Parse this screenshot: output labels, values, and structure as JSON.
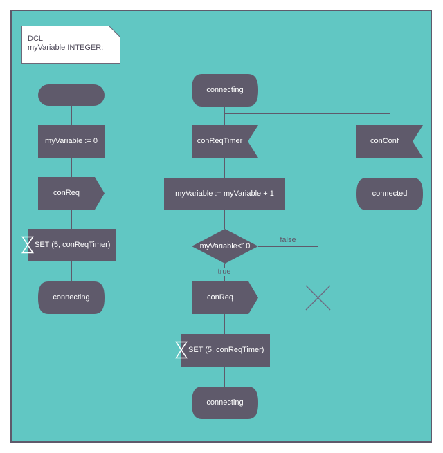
{
  "colors": {
    "page_background": "#ffffff",
    "canvas_background": "#61c7c3",
    "shape_fill": "#5f5a6b",
    "connector": "#5f5a6b",
    "shape_text": "#ffffff",
    "note_border": "#6e6878",
    "note_text": "#4e4959"
  },
  "note": {
    "lines": [
      "DCL",
      "myVariable INTEGER;"
    ]
  },
  "columns": {
    "left": {
      "task": "myVariable := 0",
      "output": "conReq",
      "set_timer": "SET (5, conReqTimer)",
      "state": "connecting"
    },
    "middle": {
      "state_top": "connecting",
      "input": "conReqTimer",
      "task": "myVariable := myVariable + 1",
      "decision": "myVariable<10",
      "true_label": "true",
      "false_label": "false",
      "output": "conReq",
      "set_timer": "SET (5, conReqTimer)",
      "state_bottom": "connecting"
    },
    "right": {
      "input": "conConf",
      "state": "connected"
    }
  }
}
